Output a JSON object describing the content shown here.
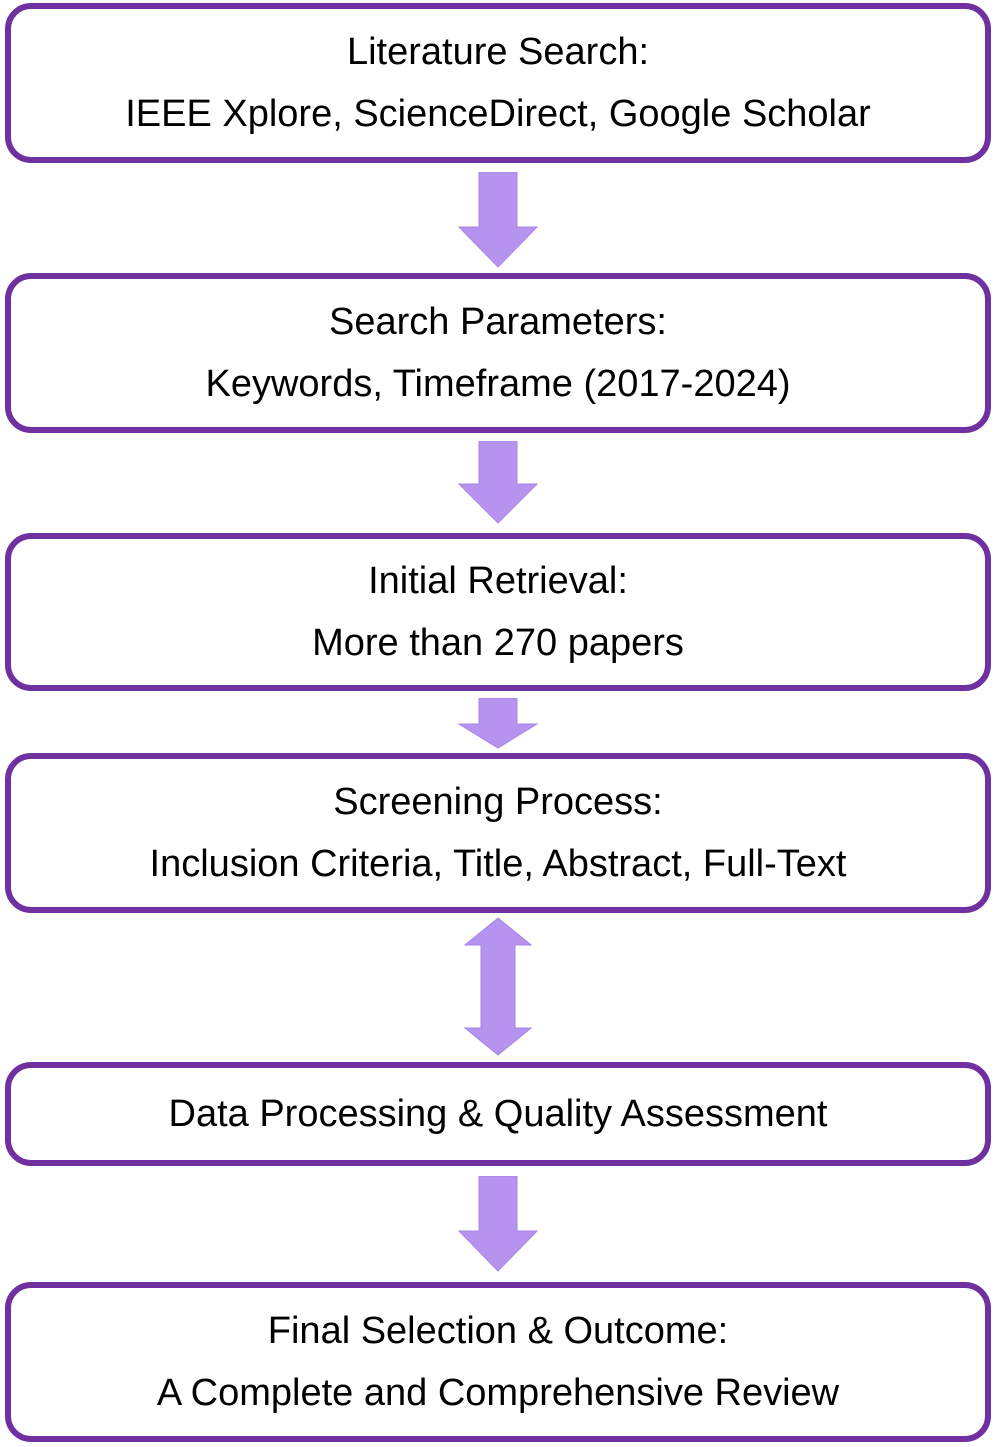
{
  "colors": {
    "box_border": "#7030A0",
    "box_fill": "#FFFFFF",
    "arrow_fill": "#B793F0",
    "arrow_stroke": "#A685E6",
    "text": "#000000",
    "background": "#FFFFFF"
  },
  "flowchart": {
    "steps": [
      {
        "title": "Literature Search:",
        "subtitle": "IEEE Xplore, ScienceDirect, Google Scholar"
      },
      {
        "title": "Search Parameters:",
        "subtitle": "Keywords, Timeframe (2017-2024)"
      },
      {
        "title": "Initial Retrieval:",
        "subtitle": "More than 270 papers"
      },
      {
        "title": "Screening Process:",
        "subtitle": "Inclusion Criteria, Title, Abstract, Full-Text"
      },
      {
        "title": "Data Processing & Quality Assessment",
        "subtitle": ""
      },
      {
        "title": "Final Selection & Outcome:",
        "subtitle": "A Complete and Comprehensive Review"
      }
    ],
    "connectors": [
      {
        "between": "step-1 and step-2",
        "type": "down-arrow"
      },
      {
        "between": "step-2 and step-3",
        "type": "down-arrow"
      },
      {
        "between": "step-3 and step-4",
        "type": "down-arrow-short"
      },
      {
        "between": "step-4 and step-5",
        "type": "double-headed-vertical-arrow"
      },
      {
        "between": "step-5 and step-6",
        "type": "down-arrow"
      }
    ]
  }
}
